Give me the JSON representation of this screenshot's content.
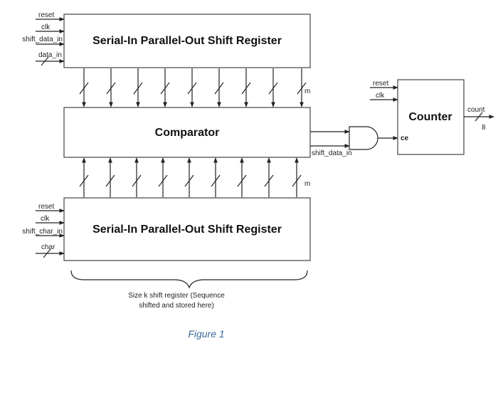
{
  "top_register": {
    "title": "Serial-In Parallel-Out Shift Register",
    "inputs": [
      "reset",
      "clk",
      "shift_data_in",
      "data_in"
    ]
  },
  "bottom_register": {
    "title": "Serial-In Parallel-Out Shift Register",
    "inputs": [
      "reset",
      "clk",
      "shift_char_in",
      "char"
    ]
  },
  "comparator": {
    "title": "Comparator"
  },
  "bus_width_label": "m",
  "and_gate": {
    "input_label": "shift_data_in"
  },
  "counter": {
    "title": "Counter",
    "inputs": [
      "reset",
      "clk"
    ],
    "enable_label": "ce",
    "output_label": "count",
    "output_width": "8"
  },
  "brace_caption": [
    "Size k shift register (Sequence",
    "shifted and stored here)"
  ],
  "figure_caption": "Figure 1"
}
